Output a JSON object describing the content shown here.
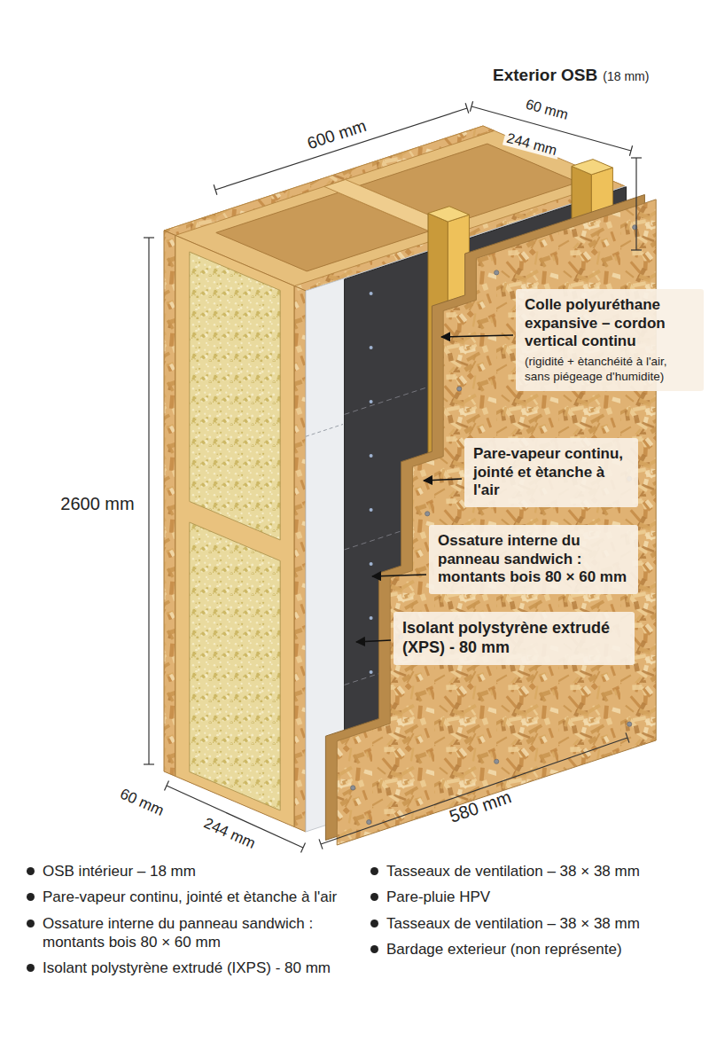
{
  "diagram": {
    "nodes": [
      {
        "text": [
          "Colle polyuréthane expansive – cordon vertical continu",
          "(rigidité + ètanchéité à l'air, sans piégeage d'humidite)"
        ]
      },
      {
        "text": [
          "Pare-vapeur continu, jointé et ètanche à l'air"
        ]
      },
      {
        "text": [
          "Ossature interne du panneau sandwich : montants bois 80 × 60 mm"
        ]
      },
      {
        "text": [
          "Isolant polystyrène extrudé (XPS) - 80 mm"
        ]
      }
    ],
    "labels": [
      "Exterior OSB",
      "(18 mm)",
      "600 mm",
      "60 mm",
      "244 mm",
      "2600 mm",
      "60 mm",
      "244 mm",
      "580 mm",
      "OSB intérieur – 18 mm",
      "Pare-vapeur continu, jointé et ètanche à l'air",
      "Ossature interne du panneau sandwich : montants bois 80 × 60 mm",
      "Isolant polystyrène extrudé (IXPS) - 80 mm",
      "Tasseaux de ventilation – 38 × 38 mm",
      "Pare-pluie HPV",
      "Tasseaux de ventilation – 38 × 38 mm",
      "Bardage exterieur (non représente)"
    ]
  }
}
